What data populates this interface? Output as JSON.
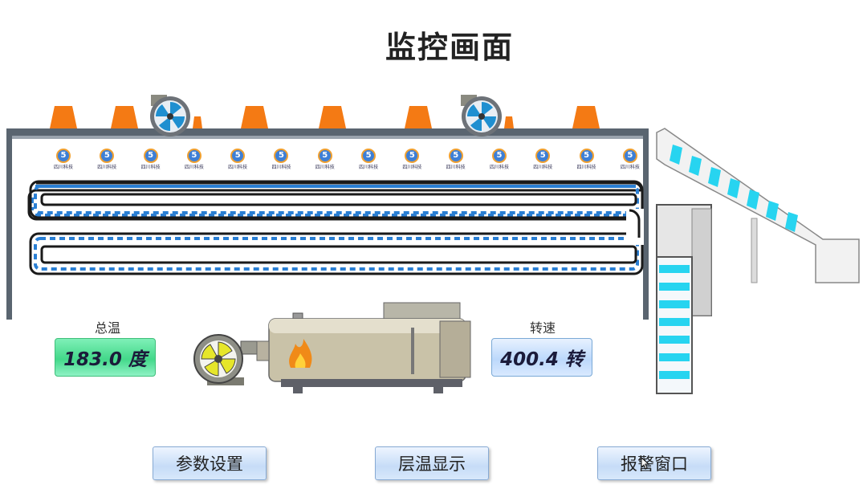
{
  "header": {
    "title": "监控画面"
  },
  "gauges": {
    "temperature": {
      "label": "总温",
      "value": "183.0 度"
    },
    "speed": {
      "label": "转速",
      "value": "400.4 转"
    }
  },
  "buttons": {
    "params": "参数设置",
    "layer_temp": "层温显示",
    "alarm": "报警窗口"
  },
  "sensors": [
    {
      "label": "5",
      "caption": "四川科技"
    },
    {
      "label": "5",
      "caption": "四川科技"
    },
    {
      "label": "5",
      "caption": "四川科技"
    },
    {
      "label": "5",
      "caption": "四川科技"
    },
    {
      "label": "5",
      "caption": "四川科技"
    },
    {
      "label": "5",
      "caption": "四川科技"
    },
    {
      "label": "5",
      "caption": "四川科技"
    },
    {
      "label": "5",
      "caption": "四川科技"
    },
    {
      "label": "5",
      "caption": "四川科技"
    },
    {
      "label": "5",
      "caption": "四川科技"
    },
    {
      "label": "5",
      "caption": "四川科技"
    },
    {
      "label": "5",
      "caption": "四川科技"
    },
    {
      "label": "5",
      "caption": "四川科技"
    },
    {
      "label": "5",
      "caption": "四川科技"
    }
  ],
  "colors": {
    "belt_dash": "#2a7fd4",
    "chimney": "#f47a14",
    "frame": "#5a6570",
    "conveyor_block": "#27d4f0",
    "flame": "#f08a18"
  }
}
